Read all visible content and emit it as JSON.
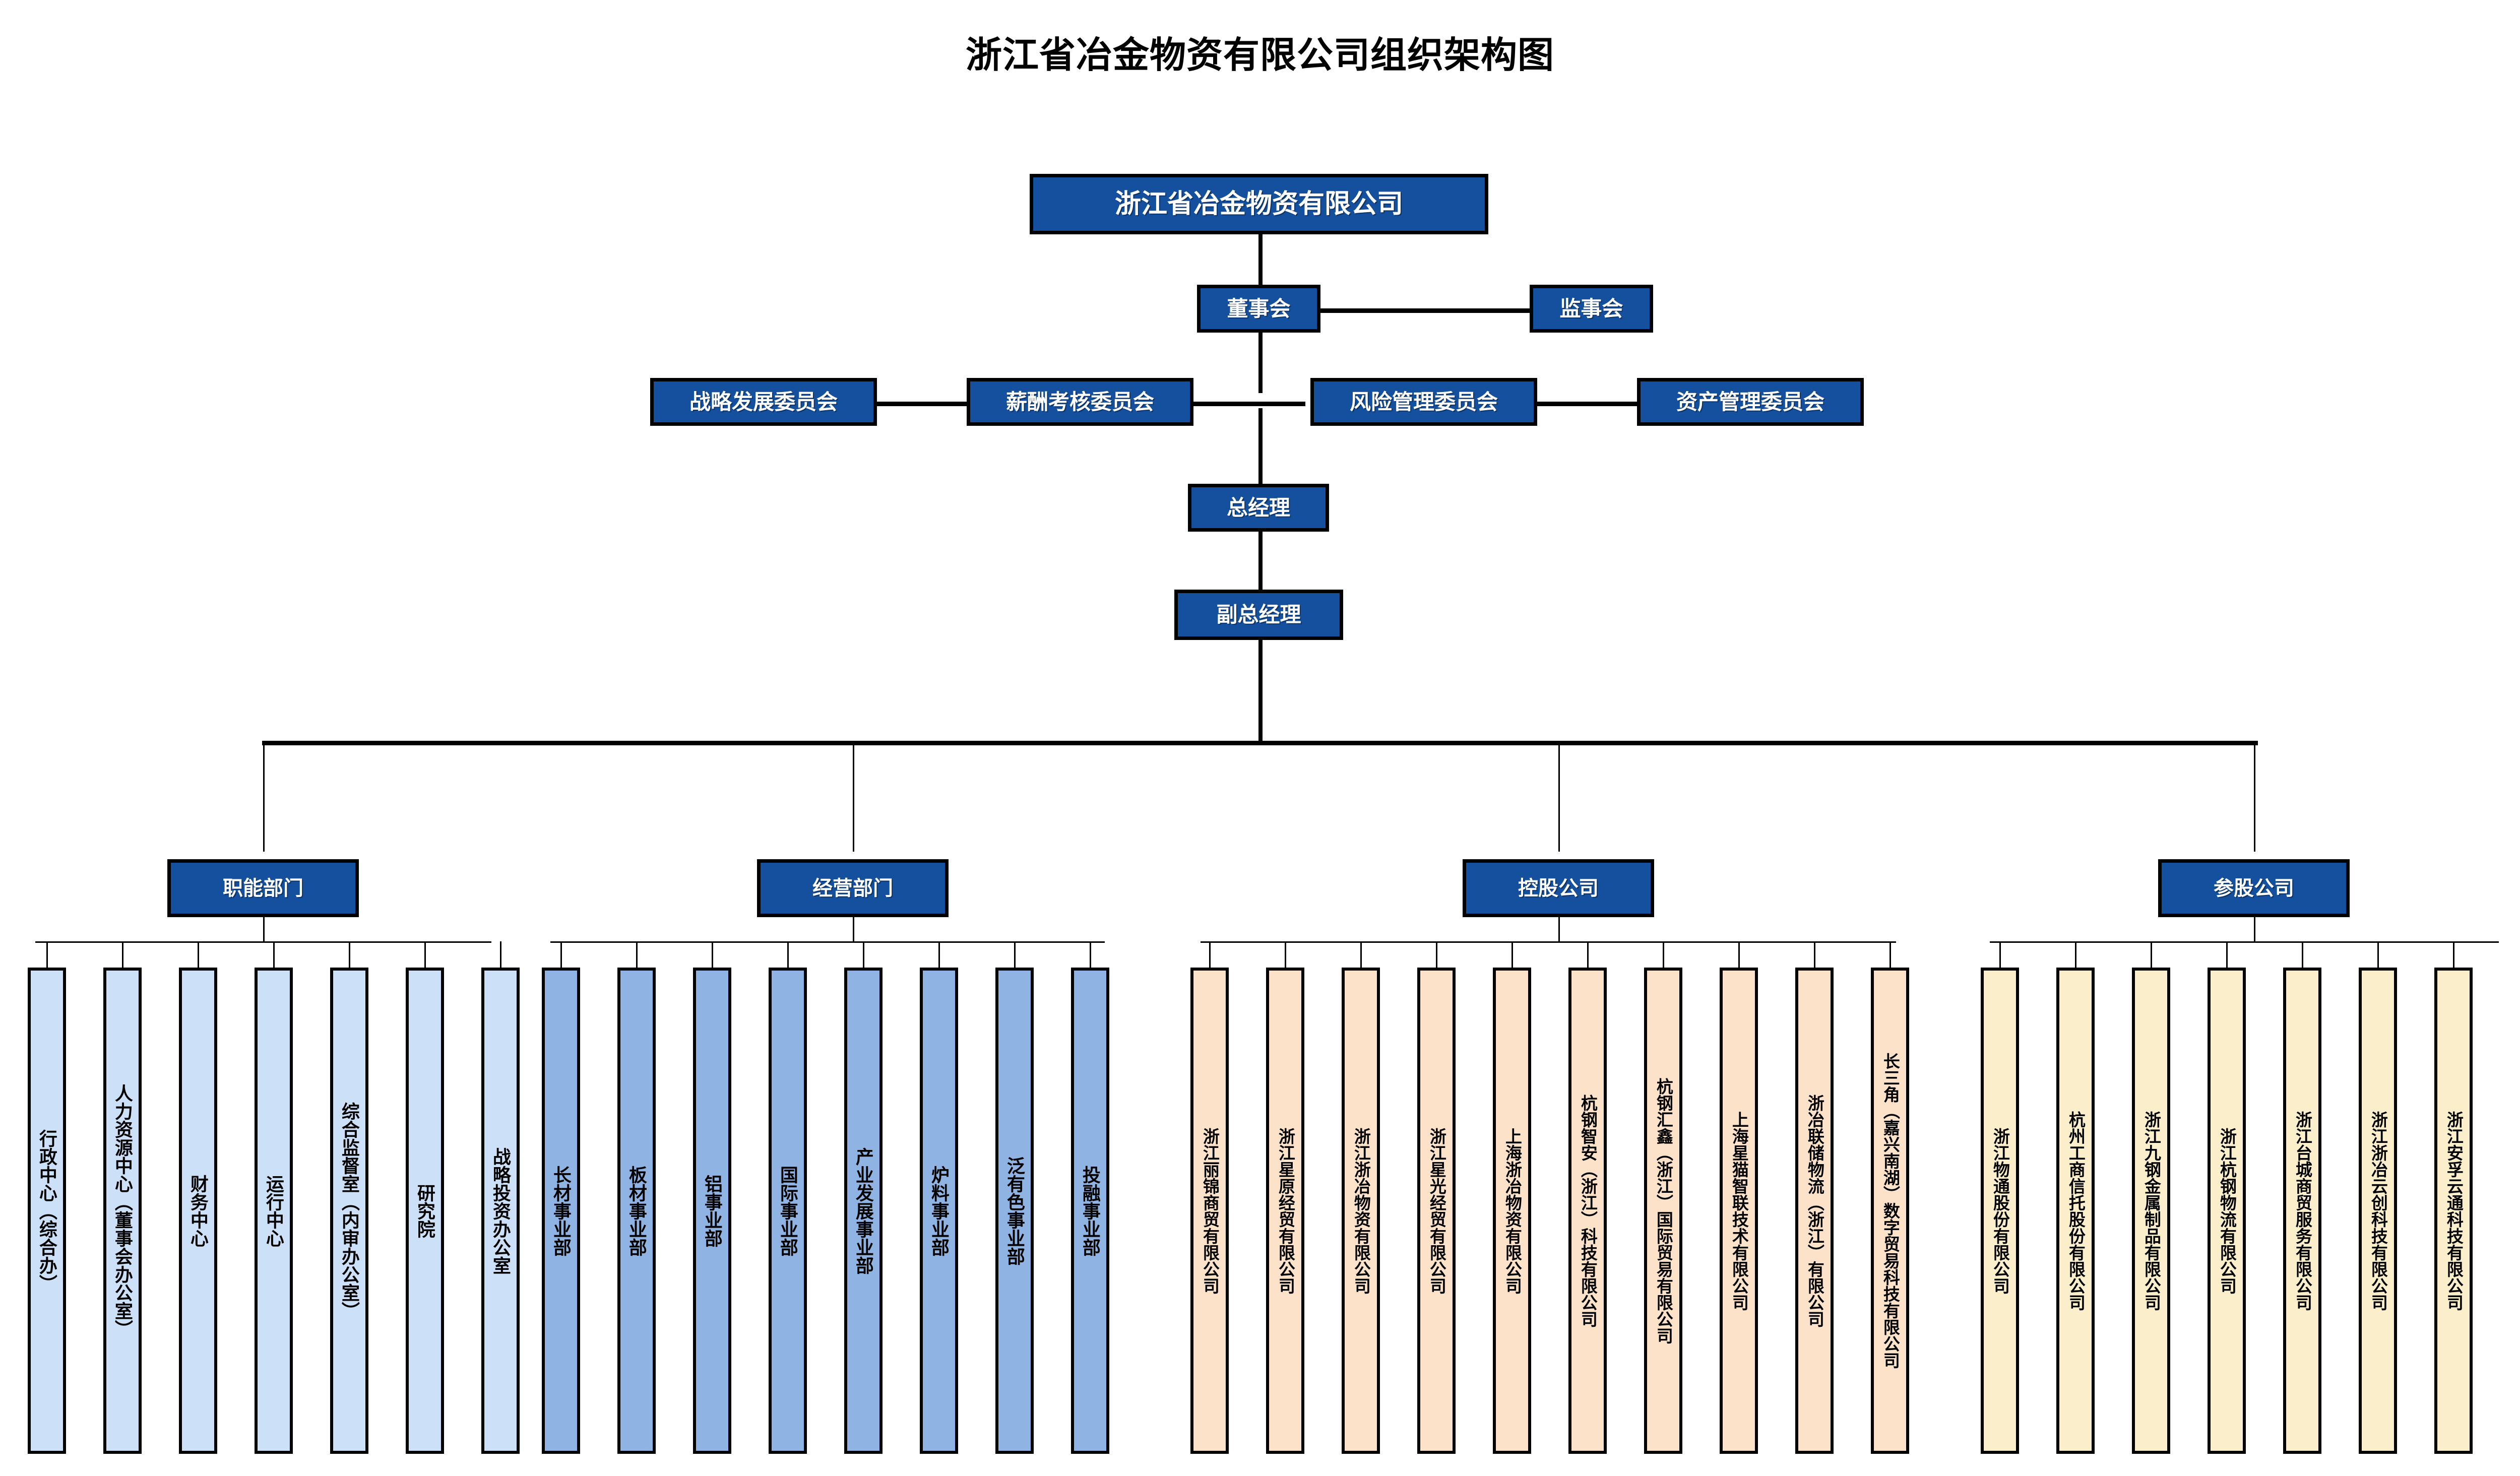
{
  "title": "浙江省冶金物资有限公司组织架构图",
  "colors": {
    "header_blue": "#14509E",
    "functional_fill": "#CCE0F8",
    "business_fill": "#8FB4E3",
    "holding_fill": "#FBE2C8",
    "equity_fill": "#FBEECB",
    "line": "#000000"
  },
  "top": {
    "company": "浙江省冶金物资有限公司",
    "board": "董事会",
    "supervisors": "监事会",
    "general_manager": "总经理",
    "deputy_general_manager": "副总经理"
  },
  "committees": [
    {
      "label": "战略发展委员会"
    },
    {
      "label": "薪酬考核委员会"
    },
    {
      "label": "风险管理委员会"
    },
    {
      "label": "资产管理委员会"
    }
  ],
  "groups": [
    {
      "key": "functional",
      "header": "职能部门",
      "items": [
        {
          "label": "行政中心（综合办）"
        },
        {
          "label": "人力资源中心（董事会办公室）"
        },
        {
          "label": "财务中心"
        },
        {
          "label": "运行中心"
        },
        {
          "label": "综合监督室（内审办公室）"
        },
        {
          "label": "研究院"
        },
        {
          "label": "战略投资办公室"
        }
      ]
    },
    {
      "key": "business",
      "header": "经营部门",
      "items": [
        {
          "label": "长材事业部"
        },
        {
          "label": "板材事业部"
        },
        {
          "label": "铝事业部"
        },
        {
          "label": "国际事业部"
        },
        {
          "label": "产业发展事业部"
        },
        {
          "label": "炉料事业部"
        },
        {
          "label": "泛有色事业部"
        },
        {
          "label": "投融事业部"
        }
      ]
    },
    {
      "key": "holding",
      "header": "控股公司",
      "items": [
        {
          "label": "浙江丽锦商贸有限公司"
        },
        {
          "label": "浙江星原经贸有限公司"
        },
        {
          "label": "浙江浙冶物资有限公司"
        },
        {
          "label": "浙江星光经贸有限公司"
        },
        {
          "label": "上海浙冶物资有限公司"
        },
        {
          "label": "杭钢智安（浙江）科技有限公司"
        },
        {
          "label": "杭钢汇鑫（浙江）国际贸易有限公司"
        },
        {
          "label": "上海星猫智联技术有限公司"
        },
        {
          "label": "浙冶联储物流（浙江）有限公司"
        },
        {
          "label": "长三角（嘉兴南湖）数字贸易科技有限公司"
        }
      ]
    },
    {
      "key": "equity",
      "header": "参股公司",
      "items": [
        {
          "label": "浙江物通股份有限公司"
        },
        {
          "label": "杭州工商信托股份有限公司"
        },
        {
          "label": "浙江九钢金属制品有限公司"
        },
        {
          "label": "浙江杭钢物流有限公司"
        },
        {
          "label": "浙江台城商贸服务有限公司"
        },
        {
          "label": "浙江浙冶云创科技有限公司"
        },
        {
          "label": "浙江安孚云通科技有限公司"
        }
      ]
    }
  ]
}
